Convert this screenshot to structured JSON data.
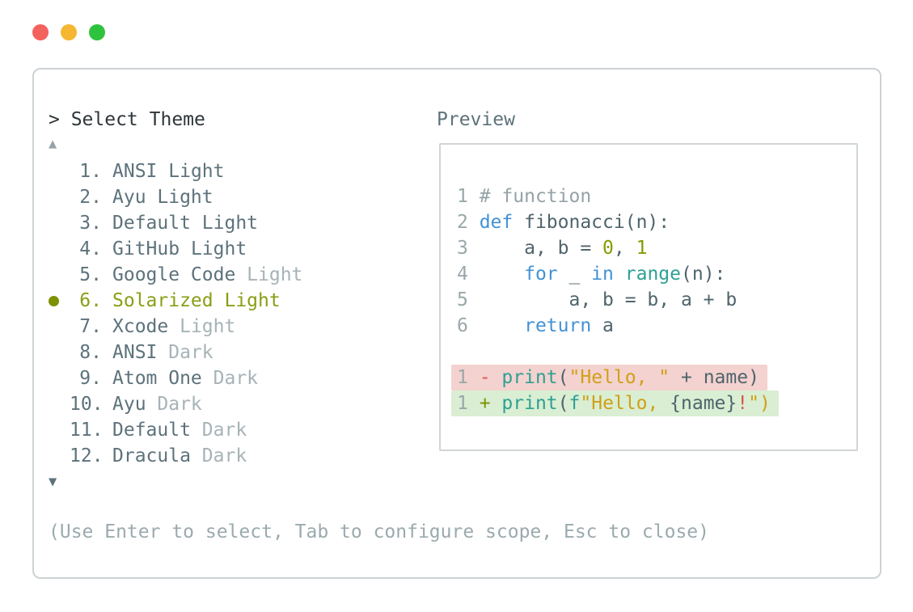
{
  "window": {
    "controls": [
      {
        "name": "close"
      },
      {
        "name": "minimize"
      },
      {
        "name": "maximize"
      }
    ]
  },
  "palette": {
    "title": "> Select Theme",
    "up_arrow": "▲",
    "down_arrow": "▼",
    "items": [
      {
        "number": "1.",
        "name": "ANSI",
        "variant": "Light",
        "variant_muted": false,
        "selected": false
      },
      {
        "number": "2.",
        "name": "Ayu",
        "variant": "Light",
        "variant_muted": false,
        "selected": false
      },
      {
        "number": "3.",
        "name": "Default",
        "variant": "Light",
        "variant_muted": false,
        "selected": false
      },
      {
        "number": "4.",
        "name": "GitHub",
        "variant": "Light",
        "variant_muted": false,
        "selected": false
      },
      {
        "number": "5.",
        "name": "Google Code",
        "variant": "Light",
        "variant_muted": true,
        "selected": false
      },
      {
        "number": "6.",
        "name": "Solarized",
        "variant": "Light",
        "variant_muted": false,
        "selected": true
      },
      {
        "number": "7.",
        "name": "Xcode",
        "variant": "Light",
        "variant_muted": true,
        "selected": false
      },
      {
        "number": "8.",
        "name": "ANSI",
        "variant": "Dark",
        "variant_muted": true,
        "selected": false
      },
      {
        "number": "9.",
        "name": "Atom One",
        "variant": "Dark",
        "variant_muted": true,
        "selected": false
      },
      {
        "number": "10.",
        "name": "Ayu",
        "variant": "Dark",
        "variant_muted": true,
        "selected": false
      },
      {
        "number": "11.",
        "name": "Default",
        "variant": "Dark",
        "variant_muted": true,
        "selected": false
      },
      {
        "number": "12.",
        "name": "Dracula",
        "variant": "Dark",
        "variant_muted": true,
        "selected": false
      }
    ],
    "hint": "(Use Enter to select, Tab to configure scope, Esc to close)"
  },
  "preview": {
    "label": "Preview",
    "code_lines": [
      {
        "num": "1",
        "tokens": [
          [
            "# function",
            "comment"
          ]
        ]
      },
      {
        "num": "2",
        "tokens": [
          [
            "def",
            "kw"
          ],
          [
            " fibonacci(n):",
            "body"
          ]
        ]
      },
      {
        "num": "3",
        "tokens": [
          [
            "    a, b = ",
            "body"
          ],
          [
            "0",
            "num"
          ],
          [
            ", ",
            "body"
          ],
          [
            "1",
            "num"
          ]
        ]
      },
      {
        "num": "4",
        "tokens": [
          [
            "    ",
            "body"
          ],
          [
            "for",
            "kw"
          ],
          [
            " _ ",
            "body"
          ],
          [
            "in",
            "kw"
          ],
          [
            " ",
            "body"
          ],
          [
            "range",
            "fn"
          ],
          [
            "(n):",
            "body"
          ]
        ]
      },
      {
        "num": "5",
        "tokens": [
          [
            "        a, b = b, a + b",
            "body"
          ]
        ]
      },
      {
        "num": "6",
        "tokens": [
          [
            "    ",
            "body"
          ],
          [
            "return",
            "kw"
          ],
          [
            " a",
            "body"
          ]
        ]
      },
      {
        "num": "",
        "tokens": []
      },
      {
        "num": "1",
        "diff": "removed",
        "tokens": [
          [
            "-",
            "minus"
          ],
          [
            " ",
            "body"
          ],
          [
            "print",
            "fn"
          ],
          [
            "(",
            "body"
          ],
          [
            "\"Hello, \"",
            "str"
          ],
          [
            " + name)",
            "body"
          ]
        ]
      },
      {
        "num": "1",
        "diff": "added",
        "tokens": [
          [
            "+",
            "plus"
          ],
          [
            " ",
            "body"
          ],
          [
            "print",
            "fn"
          ],
          [
            "(",
            "body"
          ],
          [
            "f",
            "fn"
          ],
          [
            "\"Hello, ",
            "str"
          ],
          [
            "{name}",
            "body"
          ],
          [
            "!",
            "red"
          ],
          [
            "\")",
            "str"
          ]
        ]
      }
    ]
  },
  "colors": {
    "title_text": "#2e3639",
    "list_text": "#5d727b",
    "list_muted": "#a6b3b7",
    "accent_selected": "#8a9e14",
    "bullet": "#7e9102",
    "hint_text": "#9baaae",
    "panel_border": "#cdd2d5",
    "preview_border": "#d0d5d7",
    "arrow_up": "#97a4a9",
    "arrow_down": "#5d727b",
    "traffic": {
      "close": "#f4625d",
      "minimize": "#f5b731",
      "maximize": "#2ec33e"
    },
    "code": {
      "ln": "#9aa7ab",
      "comment": "#95a3a7",
      "body": "#4f646c",
      "kw": "#4292d6",
      "fn": "#2ea093",
      "num": "#869a04",
      "str": "#d0a017",
      "minus": "#dd544b",
      "plus": "#7e9102",
      "red": "#dd544b",
      "bg_removed": "#f4d2cf",
      "bg_added": "#d9eed3"
    }
  }
}
